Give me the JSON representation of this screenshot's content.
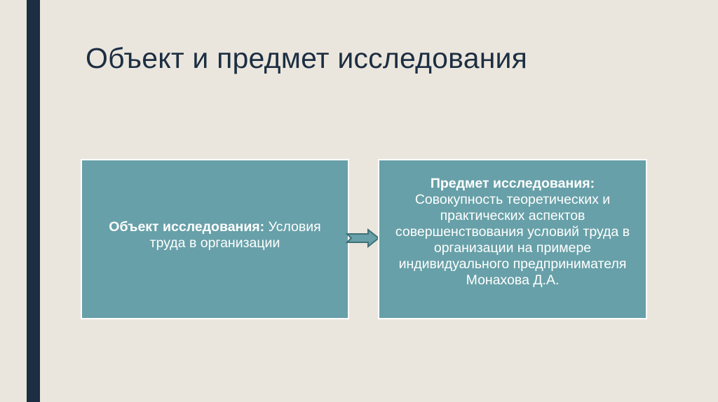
{
  "slide": {
    "title": "Объект и предмет исследования",
    "colors": {
      "background": "#ebe6dd",
      "accent_bar": "#1c2e42",
      "box_fill": "#67a0a8",
      "box_border": "#ffffff",
      "text_light": "#ffffff"
    }
  },
  "diagram": {
    "boxes": [
      {
        "label": "Объект исследования:",
        "text": " Условия труда в организации"
      },
      {
        "label": "Предмет исследования:",
        "text": " Совокупность теоретических и практических аспектов совершенствования условий труда в организации на примере индивидуального предпринимателя Монахова Д.А."
      }
    ],
    "connector": "right-arrow-icon"
  }
}
